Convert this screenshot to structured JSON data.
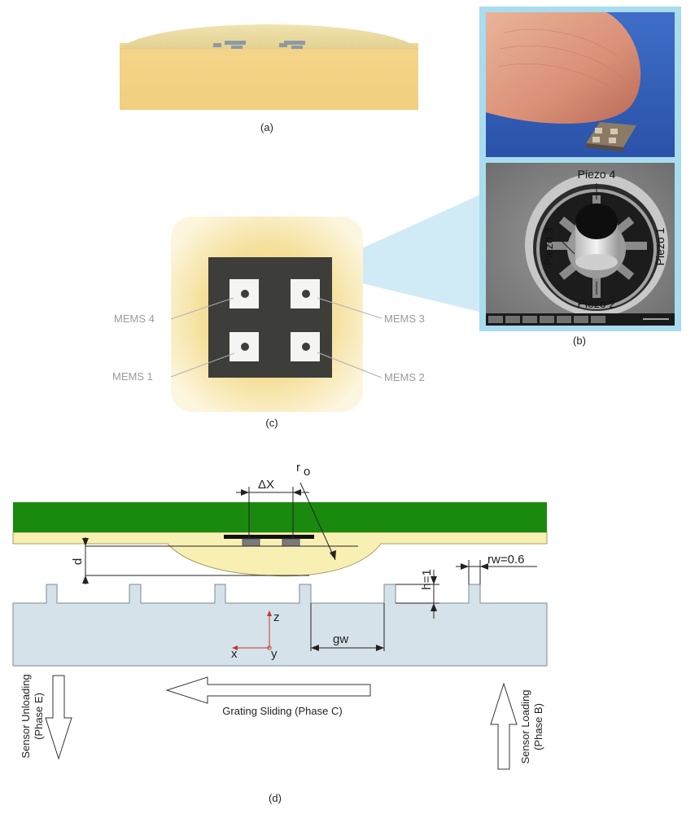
{
  "captions": {
    "a": "(a)",
    "b": "(b)",
    "c": "(c)",
    "d": "(d)"
  },
  "mems_labels": {
    "m1": "MEMS 1",
    "m2": "MEMS 2",
    "m3": "MEMS 3",
    "m4": "MEMS 4"
  },
  "piezo_labels": {
    "p1": "Piezo 1",
    "p2": "Piezo 2",
    "p3": "Piezo 3",
    "p4": "Piezo 4"
  },
  "dimensions": {
    "delta_x": "ΔX",
    "r": "r",
    "r_sub": "o",
    "d": "d",
    "h": "h=1",
    "rw": "rw=0.6",
    "gw": "gw"
  },
  "axes": {
    "z": "z",
    "x": "x",
    "y": "y"
  },
  "arrows": {
    "unloading_1": "Sensor Unloading",
    "unloading_2": "(Phase E)",
    "sliding": "Grating Sliding (Phase C)",
    "loading_1": "Sensor Loading",
    "loading_2": "(Phase B)"
  },
  "colors": {
    "green": "#1a8a0f",
    "elastomer": "#f8f0b2",
    "substrate": "#d6e2ea",
    "chip": "#3d3d3a",
    "skin": "#f3dca0",
    "photo_frame": "#a9dcef"
  }
}
